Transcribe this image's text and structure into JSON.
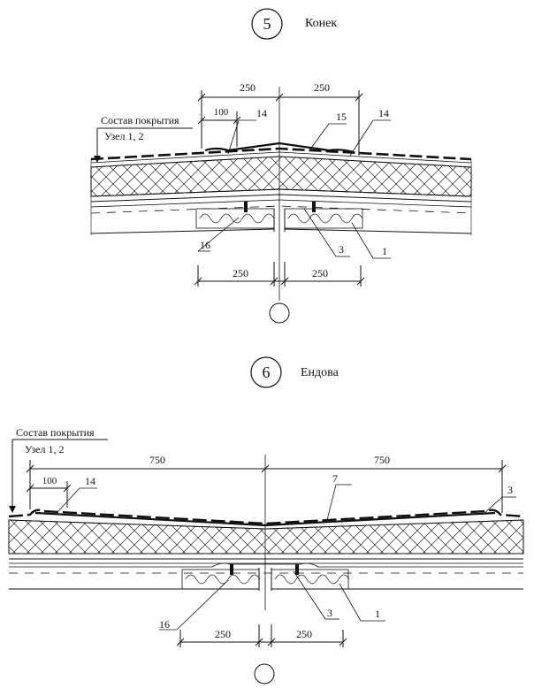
{
  "detail5": {
    "number": "5",
    "title": "Конек",
    "composition_label": "Состав покрытия",
    "node_ref": "Узел 1, 2",
    "dim_top_left": "250",
    "dim_top_right": "250",
    "dim_overlap": "100",
    "dim_bottom_left": "250",
    "dim_bottom_right": "250",
    "callouts": {
      "c14a": "14",
      "c15": "15",
      "c14b": "14",
      "c16": "16",
      "c3": "3",
      "c1": "1"
    }
  },
  "detail6": {
    "number": "6",
    "title": "Ендова",
    "composition_label": "Состав покрытия",
    "node_ref": "Узел 1, 2",
    "dim_top_left": "750",
    "dim_top_right": "750",
    "dim_overlap": "100",
    "dim_bottom_left": "250",
    "dim_bottom_right": "250",
    "callouts": {
      "c14": "14",
      "c7": "7",
      "c3a": "3",
      "c16": "16",
      "c3b": "3",
      "c1": "1"
    }
  }
}
